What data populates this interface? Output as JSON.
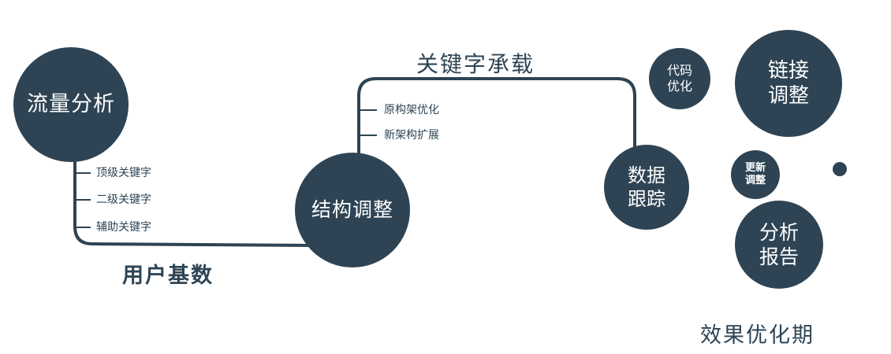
{
  "colors": {
    "primary": "#2e4454",
    "background": "#ffffff"
  },
  "nodes": {
    "traffic": {
      "label": "流量分析"
    },
    "structure": {
      "label": "结构调整"
    },
    "tracking": {
      "line1": "数据",
      "line2": "跟踪"
    },
    "code": {
      "line1": "代码",
      "line2": "优化"
    },
    "link": {
      "line1": "链接",
      "line2": "调整"
    },
    "update": {
      "line1": "更新",
      "line2": "调整"
    },
    "report": {
      "line1": "分析",
      "line2": "报告"
    }
  },
  "edges": {
    "keyword_carry": "关键字承载",
    "user_base": "用户基数"
  },
  "branches": {
    "traffic": [
      "顶级关键字",
      "二级关键字",
      "辅助关键字"
    ],
    "structure": [
      "原构架优化",
      "新架构扩展"
    ]
  },
  "footer": "效果优化期"
}
